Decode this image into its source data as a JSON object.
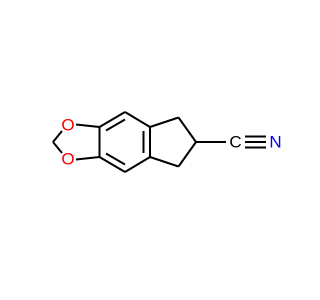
{
  "molecule": {
    "atom_labels": {
      "o_upper": "O",
      "o_lower": "O",
      "nitrile_c": "C",
      "nitrile_n": "N"
    },
    "colors": {
      "bond": "#000000",
      "carbon": "#000000",
      "oxygen": "#ff0000",
      "nitrogen": "#0000ff",
      "background": "#ffffff"
    }
  }
}
